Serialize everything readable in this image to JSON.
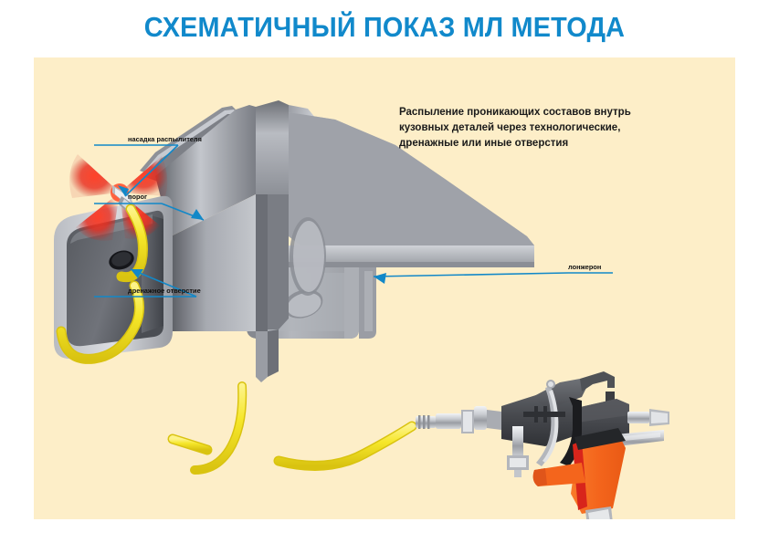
{
  "page": {
    "title": "СХЕМАТИЧНЫЙ ПОКАЗ МЛ МЕТОДА",
    "title_color": "#1189CB",
    "panel_color": "#FDEEC8",
    "background_color": "#FFFFFF"
  },
  "illustration": {
    "description_paragraph": "Распыление проникающих составов внутрь кузовных деталей через технологические, дренажные или иные отверстия",
    "labels": [
      {
        "id": "nozzle",
        "text": "насадка распылителя"
      },
      {
        "id": "sill",
        "text": "порог"
      },
      {
        "id": "drain-hole",
        "text": "дренажное отверстие"
      },
      {
        "id": "spar",
        "text": "лонжерон"
      }
    ],
    "colors": {
      "leader_line": "#1288C8",
      "metal_light": "#D8DADF",
      "metal_mid": "#A3A7AE",
      "metal_dark": "#55585E",
      "cavity_dark": "#4E5157",
      "spray_red": "#E8271C",
      "hose_yellow": "#F5E622",
      "gun_body": "#4A4C50",
      "gun_handle_orange": "#F4651C",
      "gun_handle_red": "#D8251B",
      "chrome": "#CFD2D6"
    }
  }
}
